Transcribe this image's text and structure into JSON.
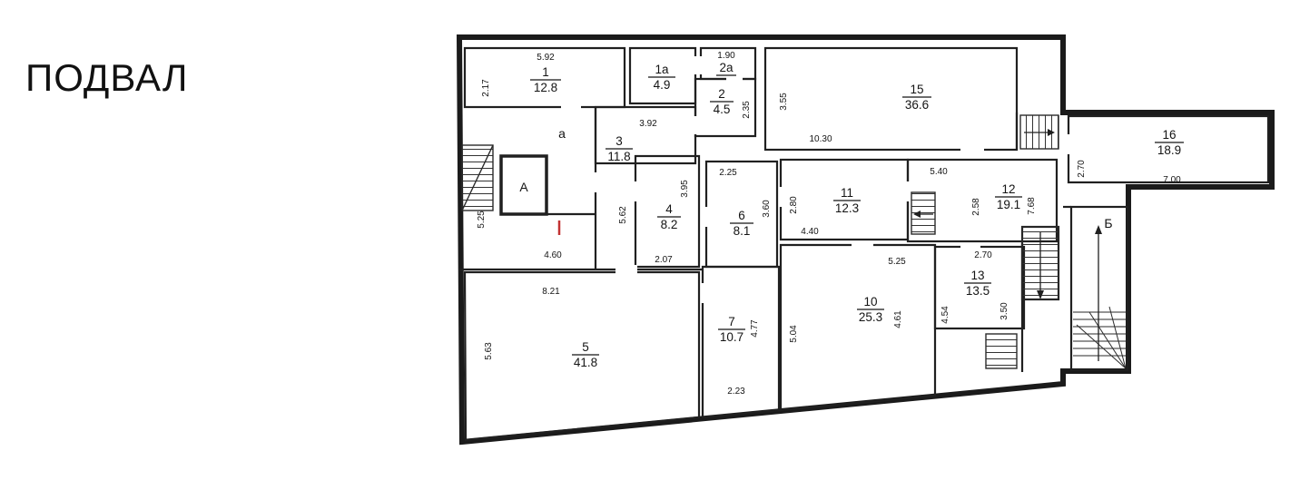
{
  "title": "ПОДВАЛ",
  "plan": {
    "rooms": {
      "r1": {
        "num": "1",
        "area": "12.8"
      },
      "r1a": {
        "num": "1а",
        "area": "4.9"
      },
      "r2a": {
        "num": "2а",
        "area": ""
      },
      "r2": {
        "num": "2",
        "area": "4.5"
      },
      "r3": {
        "num": "3",
        "area": "11.8"
      },
      "r4": {
        "num": "4",
        "area": "8.2"
      },
      "r5": {
        "num": "5",
        "area": "41.8"
      },
      "r6": {
        "num": "6",
        "area": "8.1"
      },
      "r7": {
        "num": "7",
        "area": "10.7"
      },
      "r10": {
        "num": "10",
        "area": "25.3"
      },
      "r11": {
        "num": "11",
        "area": "12.3"
      },
      "r12": {
        "num": "12",
        "area": "19.1"
      },
      "r13": {
        "num": "13",
        "area": "13.5"
      },
      "r15": {
        "num": "15",
        "area": "36.6"
      },
      "r16": {
        "num": "16",
        "area": "18.9"
      }
    },
    "zones": {
      "vestibule_a": "а",
      "elevator": "А",
      "stair_b": "Б"
    },
    "dims": {
      "r1_w": "5.92",
      "r1_h": "2.17",
      "r2a_w": "1.90",
      "r2_h": "2.35",
      "r3_w": "3.92",
      "r15_h": "3.55",
      "r15_w": "10.30",
      "r16_h": "2.70",
      "r16_w": "7.00",
      "r4_h1": "3.95",
      "r4_h2": "5.62",
      "r4_w": "2.07",
      "r6_w": "2.25",
      "r6_h": "3.60",
      "r11_h": "2.80",
      "r11_w": "4.40",
      "r12_w": "5.40",
      "r12_h1": "2.58",
      "r12_h2": "7.68",
      "r13_w": "2.70",
      "r13_h1": "4.54",
      "r13_h2": "3.50",
      "r13_h3": "4.61",
      "r10_w": "5.25",
      "r10_h": "5.04",
      "r5_w": "8.21",
      "r5_h": "5.63",
      "r7_h": "4.77",
      "r7_w": "2.23",
      "a_h": "5.25",
      "a_w": "4.60"
    }
  },
  "colors": {
    "wall": "#1b1b1b",
    "accent_red": "#c23232"
  }
}
